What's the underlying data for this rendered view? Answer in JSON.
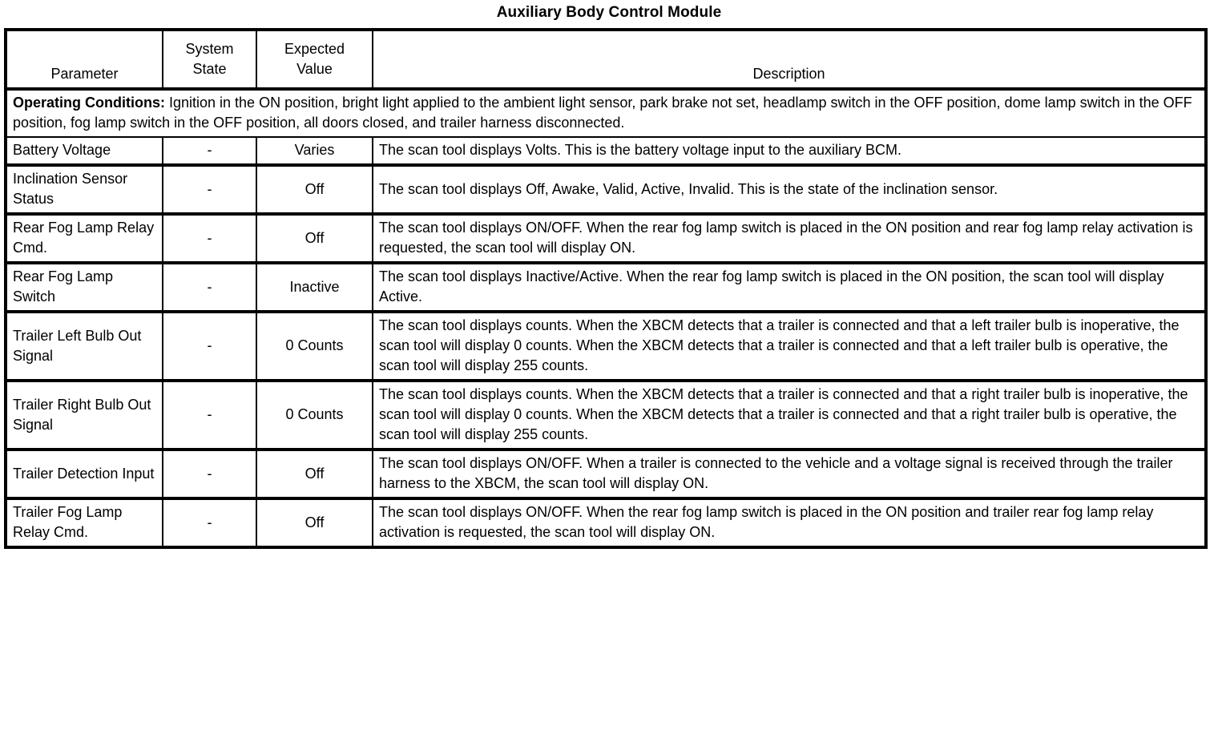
{
  "document": {
    "title": "Auxiliary Body Control Module"
  },
  "table": {
    "columns": [
      {
        "id": "parameter",
        "label": "Parameter"
      },
      {
        "id": "system_state",
        "label_line1": "System",
        "label_line2": "State"
      },
      {
        "id": "expected_value",
        "label_line1": "Expected",
        "label_line2": "Value"
      },
      {
        "id": "description",
        "label": "Description"
      }
    ],
    "operating_conditions": {
      "label": "Operating Conditions:",
      "text": " Ignition in the ON position, bright light applied to the ambient light sensor, park brake not set, headlamp switch in the OFF position, dome lamp switch in the OFF position, fog lamp switch in the OFF position, all doors closed, and trailer harness disconnected."
    },
    "rows": [
      {
        "parameter": "Battery Voltage",
        "system_state": "-",
        "expected_value": "Varies",
        "description": "The scan tool displays Volts. This is the battery voltage input to the auxiliary BCM."
      },
      {
        "parameter": "Inclination Sensor Status",
        "system_state": "-",
        "expected_value": "Off",
        "description": "The scan tool displays Off, Awake, Valid, Active, Invalid. This is the state of the inclination sensor."
      },
      {
        "parameter": "Rear Fog Lamp Relay Cmd.",
        "system_state": "-",
        "expected_value": "Off",
        "description": "The scan tool displays ON/OFF. When the rear fog lamp switch is placed in the ON position and rear fog lamp relay activation is requested, the scan tool will display ON."
      },
      {
        "parameter": "Rear Fog Lamp Switch",
        "system_state": "-",
        "expected_value": "Inactive",
        "description": "The scan tool displays Inactive/Active. When the rear fog lamp switch is placed in the ON position, the scan tool will display Active."
      },
      {
        "parameter": "Trailer Left Bulb Out Signal",
        "system_state": "-",
        "expected_value": "0 Counts",
        "description": "The scan tool displays counts. When the XBCM detects that a trailer is connected and that a left trailer bulb is inoperative, the scan tool will display 0 counts. When the XBCM detects that a trailer is connected and that a left trailer bulb is operative, the scan tool will display 255 counts."
      },
      {
        "parameter": "Trailer Right Bulb Out Signal",
        "system_state": "-",
        "expected_value": "0 Counts",
        "description": "The scan tool displays counts. When the XBCM detects that a trailer is connected and that a right trailer bulb is inoperative, the scan tool will display 0 counts. When the XBCM detects that a trailer is connected and that a right trailer bulb is operative, the scan tool will display 255 counts."
      },
      {
        "parameter": "Trailer Detection Input",
        "system_state": "-",
        "expected_value": "Off",
        "description": "The scan tool displays ON/OFF. When a trailer is connected to the vehicle and a voltage signal is received through the trailer harness to the XBCM, the scan tool will display ON."
      },
      {
        "parameter": "Trailer Fog Lamp Relay Cmd.",
        "system_state": "-",
        "expected_value": "Off",
        "description": "The scan tool displays ON/OFF. When the rear fog lamp switch is placed in the ON position and trailer rear fog lamp relay activation is requested, the scan tool will display ON."
      }
    ]
  },
  "colors": {
    "text": "#000000",
    "background": "#ffffff",
    "border": "#000000"
  }
}
